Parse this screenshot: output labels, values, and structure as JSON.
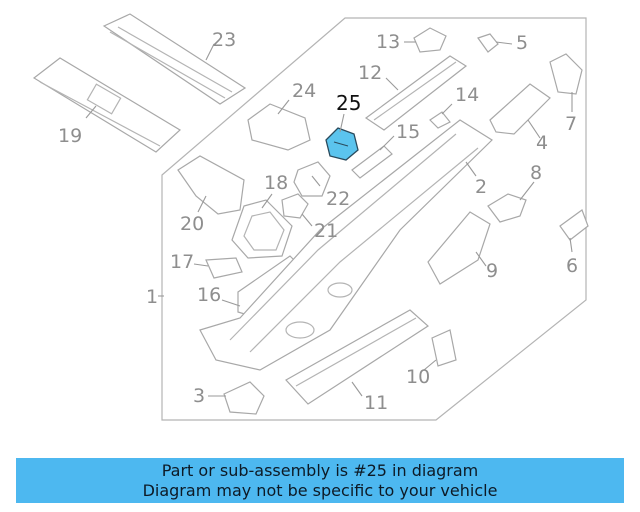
{
  "diagram": {
    "highlight_color": "#5bc4ee",
    "callouts": [
      "1",
      "2",
      "3",
      "4",
      "5",
      "6",
      "7",
      "8",
      "9",
      "10",
      "11",
      "12",
      "13",
      "14",
      "15",
      "16",
      "17",
      "18",
      "19",
      "20",
      "21",
      "22",
      "23",
      "24",
      "25"
    ],
    "active_callout": "25"
  },
  "banner": {
    "line1": "Part or sub-assembly is #25 in diagram",
    "line2": "Diagram may not be specific to your vehicle",
    "background": "#4db8f0"
  }
}
